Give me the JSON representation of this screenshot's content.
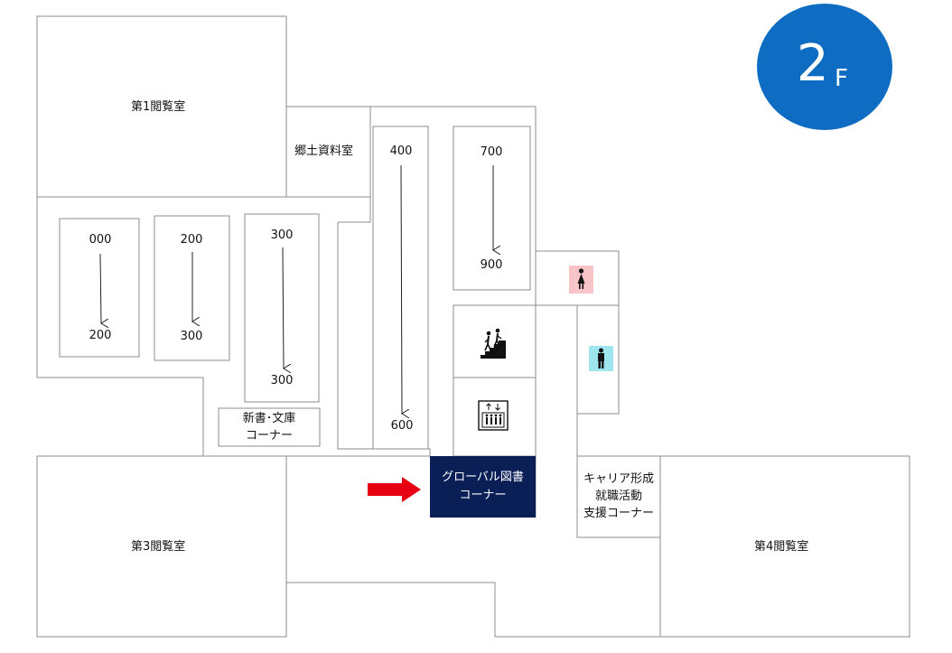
{
  "floor": {
    "number": "2",
    "suffix": "F",
    "badge_color": "#0e6dc2"
  },
  "rooms": {
    "reading_1": "第1閲覧室",
    "local_history": "郷土資料室",
    "reading_3": "第3閲覧室",
    "reading_4": "第4閲覧室",
    "shinsho_line1": "新書･文庫",
    "shinsho_line2": "コーナー",
    "global_line1": "グローバル図書",
    "global_line2": "コーナー",
    "career_line1": "キャリア形成",
    "career_line2": "就職活動",
    "career_line3": "支援コーナー"
  },
  "shelves": [
    {
      "from": "000",
      "to": "200"
    },
    {
      "from": "200",
      "to": "300"
    },
    {
      "from": "300",
      "to": "300"
    },
    {
      "from": "400",
      "to": "600"
    },
    {
      "from": "700",
      "to": "900"
    }
  ],
  "icons": {
    "restroom_women": "restroom-women-icon",
    "restroom_men": "restroom-men-icon",
    "stairs": "stairs-icon",
    "elevator": "elevator-icon",
    "pointer": "red-arrow-icon"
  },
  "colors": {
    "global_corner": "#0b1f57",
    "women": "#f7c4c8",
    "men": "#9ee6ef",
    "pointer": "#e60012",
    "walls": "#8c8c8c"
  }
}
